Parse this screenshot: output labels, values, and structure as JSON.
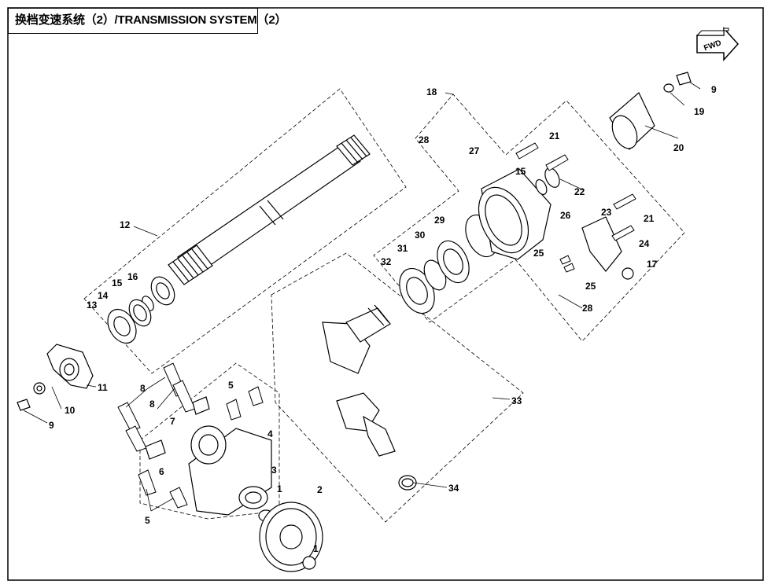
{
  "title": "换档变速系统（2）/TRANSMISSION SYSTEM（2）",
  "fwd_label": "FWD",
  "part_labels": {
    "p1a": "1",
    "p1b": "1",
    "p2": "2",
    "p3": "3",
    "p4": "4",
    "p5a": "5",
    "p5b": "5",
    "p6": "6",
    "p7": "7",
    "p8": "8",
    "p8b": "8",
    "p9a": "9",
    "p9b": "9",
    "p10": "10",
    "p11": "11",
    "p12": "12",
    "p13": "13",
    "p14": "14",
    "p15a": "15",
    "p15b": "15",
    "p16": "16",
    "p17": "17",
    "p18": "18",
    "p19": "19",
    "p20": "20",
    "p21a": "21",
    "p21b": "21",
    "p22": "22",
    "p23": "23",
    "p24": "24",
    "p25a": "25",
    "p25b": "25",
    "p26": "26",
    "p27": "27",
    "p28a": "28",
    "p28b": "28",
    "p29": "29",
    "p30": "30",
    "p31": "31",
    "p32": "32",
    "p33": "33",
    "p34": "34"
  }
}
